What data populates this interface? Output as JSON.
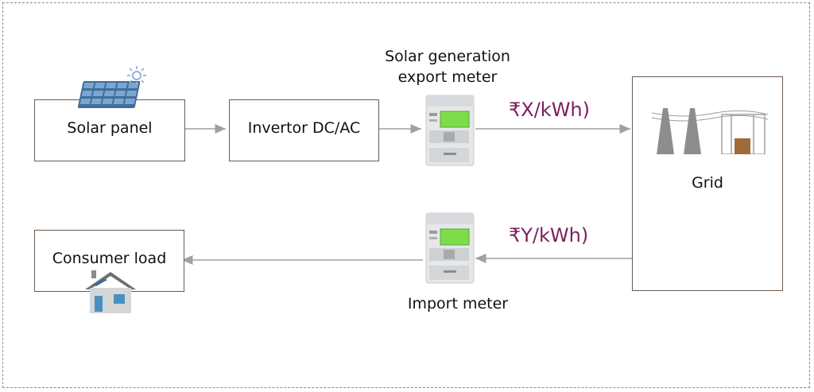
{
  "nodes": {
    "solar_panel": "Solar panel",
    "inverter": "Invertor DC/AC",
    "grid": "Grid",
    "consumer_load": "Consumer load"
  },
  "meters": {
    "export_line1": "Solar generation",
    "export_line2": "export meter",
    "import": "Import meter"
  },
  "rates": {
    "export": "₹X/kWh)",
    "import": "₹Y/kWh)"
  },
  "colors": {
    "rate_text": "#7b1f5f",
    "box_border": "#6b5a4e",
    "arrow": "#a0a0a0"
  },
  "icons": [
    "solar-panel-icon",
    "sun-icon",
    "meter-icon",
    "transmission-tower-icon",
    "house-icon"
  ]
}
